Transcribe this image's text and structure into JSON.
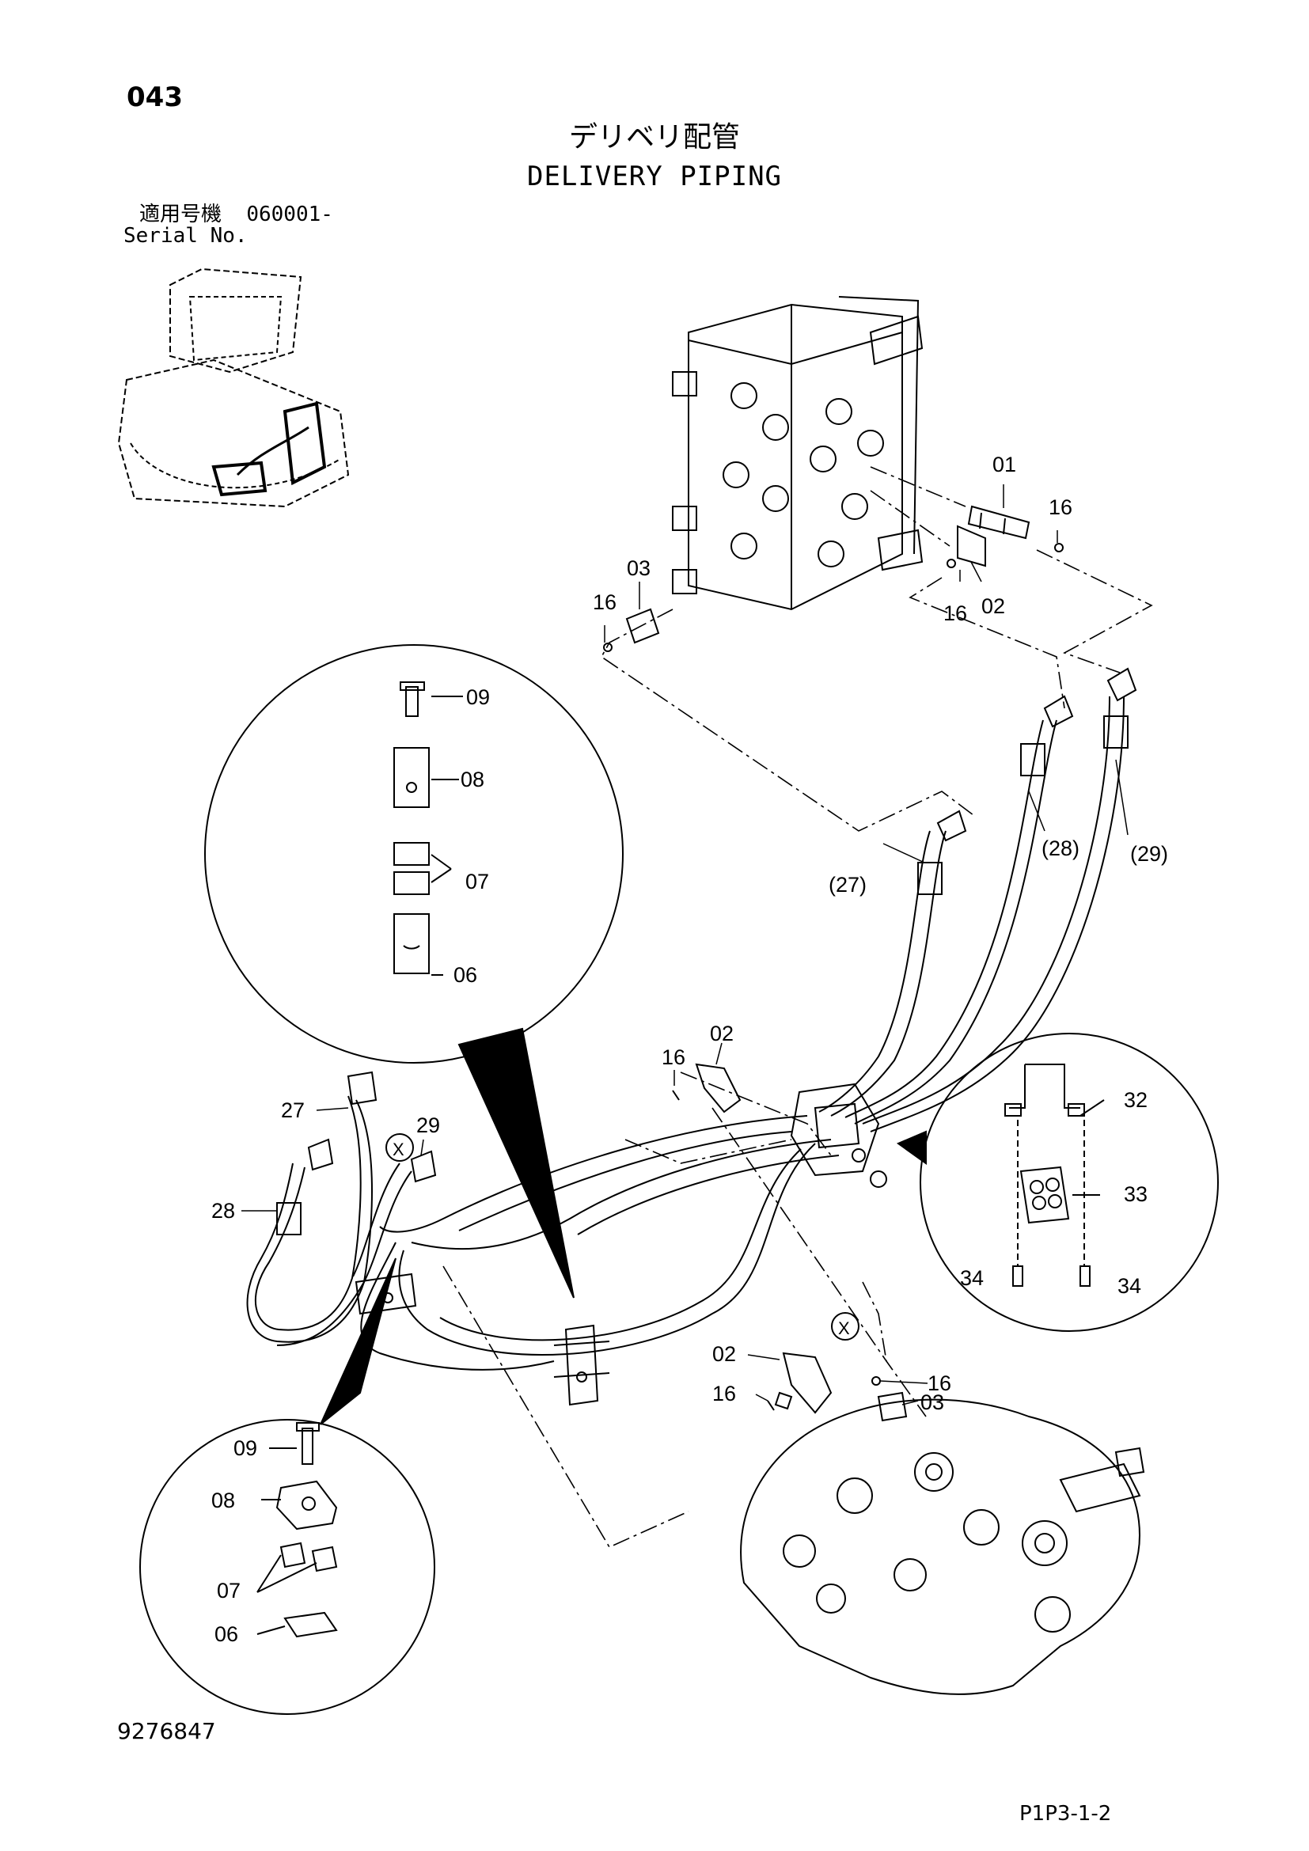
{
  "header": {
    "page_number": "043",
    "title_jp": "デリベリ配管",
    "title_en": "DELIVERY PIPING",
    "serial_label_jp": "適用号機",
    "serial_value": "060001-",
    "serial_label_en": "Serial No."
  },
  "footer": {
    "document_number": "9276847",
    "page_code": "P1P3-1-2"
  },
  "callouts": {
    "valve": [
      "01",
      "16",
      "02",
      "16",
      "03",
      "16"
    ],
    "hoses": [
      "(27)",
      "(28)",
      "(29)"
    ],
    "detail_upper": [
      "09",
      "08",
      "07",
      "06"
    ],
    "center": [
      "02",
      "16",
      "27",
      "29",
      "28"
    ],
    "detail_right": [
      "32",
      "33",
      "34",
      "34"
    ],
    "pump": [
      "02",
      "16",
      "16",
      "03"
    ],
    "detail_lower": [
      "09",
      "08",
      "07",
      "06"
    ],
    "marker": "X"
  },
  "colors": {
    "line": "#000000",
    "background": "#ffffff"
  }
}
